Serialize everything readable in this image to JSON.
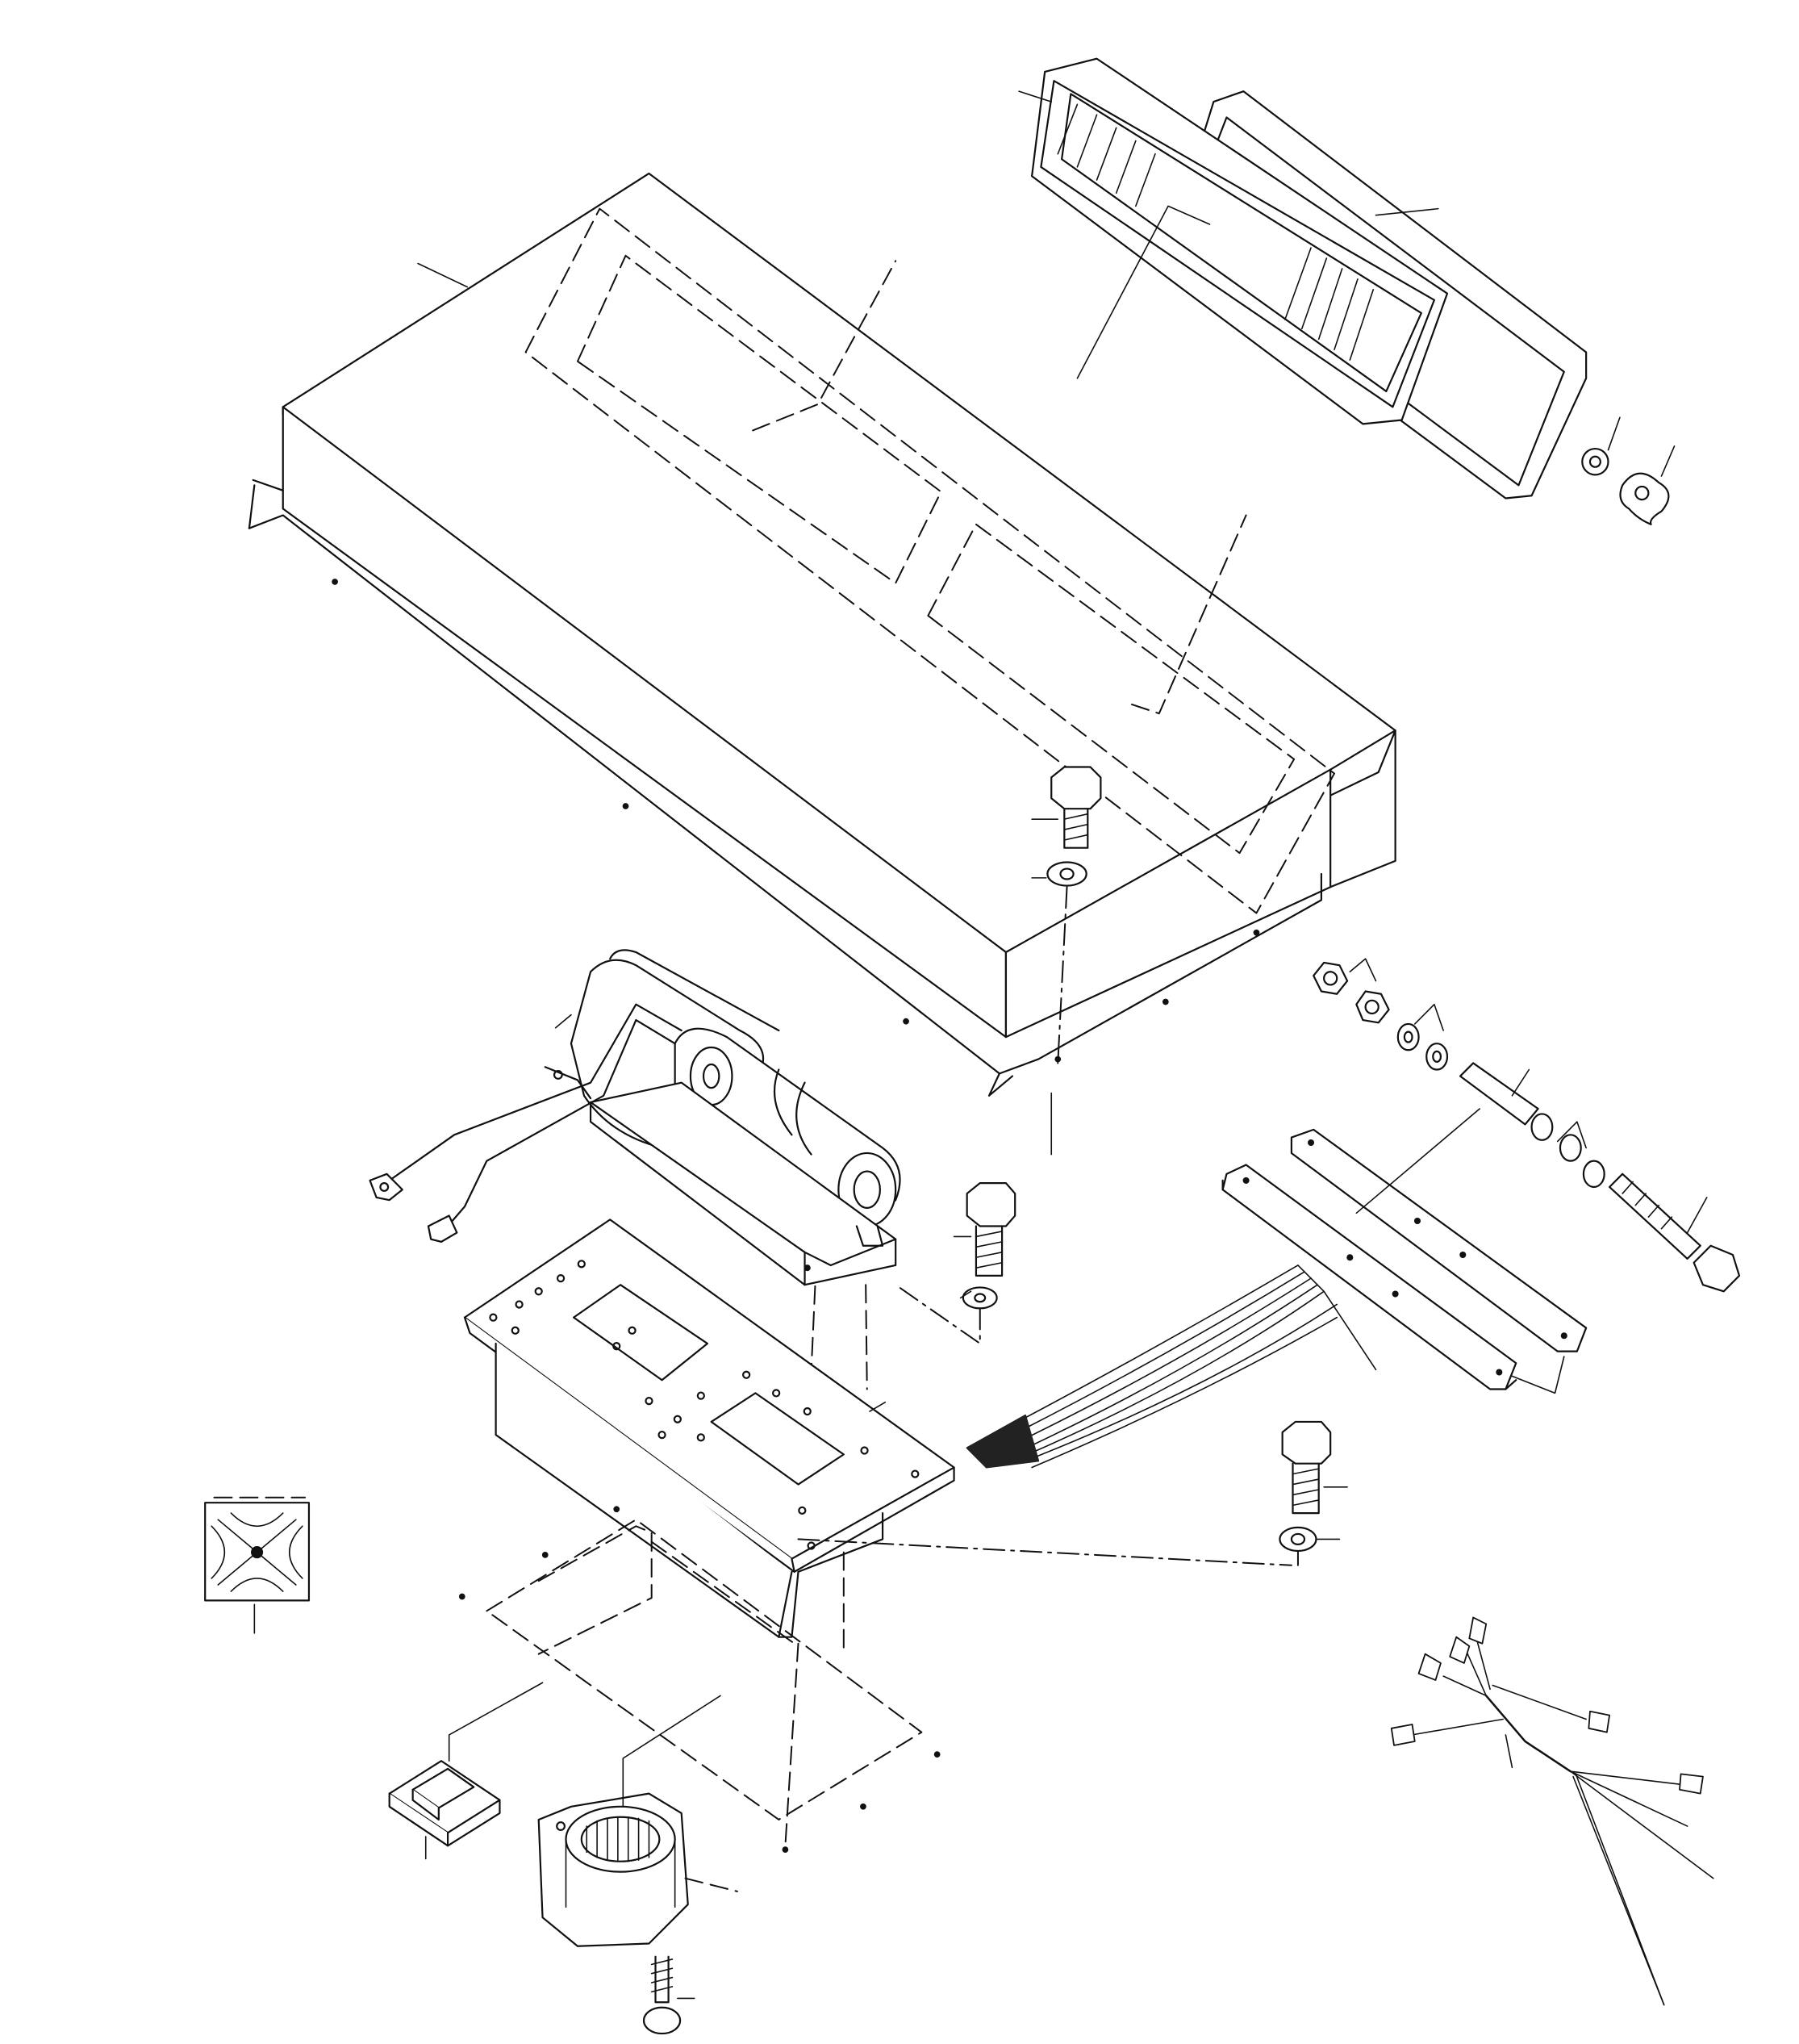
{
  "colors": {
    "ink": "#111111",
    "paper": "#ffffff",
    "shade": "#555555"
  },
  "parts": [
    {
      "name": "air-filter-front"
    },
    {
      "name": "air-filter-rear"
    },
    {
      "name": "wing-nut-top"
    },
    {
      "name": "washer-top"
    },
    {
      "name": "evaporator-housing-cover"
    },
    {
      "name": "hex-bolt-center"
    },
    {
      "name": "blower-motor-assembly"
    },
    {
      "name": "wire-lead-connector"
    },
    {
      "name": "hex-bolt-blower"
    },
    {
      "name": "mounting-plate"
    },
    {
      "name": "hex-bolt-lower-right"
    },
    {
      "name": "mounting-bracket-pair"
    },
    {
      "name": "long-bolt-with-spacer"
    },
    {
      "name": "nut-washer-set"
    },
    {
      "name": "louver-grille"
    },
    {
      "name": "rocker-switch"
    },
    {
      "name": "round-vent-outlet"
    },
    {
      "name": "tapping-screw"
    },
    {
      "name": "wiring-harness"
    }
  ]
}
